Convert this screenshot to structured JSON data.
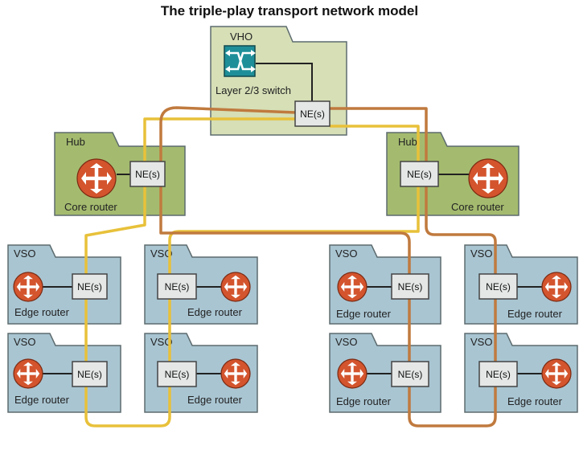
{
  "title": "The triple-play transport network model",
  "colors": {
    "vho_fill": "#d6dfb6",
    "hub_fill": "#a4bb6f",
    "vso_fill": "#a9c5d2",
    "folder_stroke": "#5d6b6e",
    "router_fill": "#d3542d",
    "switch_fill": "#1e8f99",
    "ne_fill": "#e4e7e6",
    "yellow_path": "#e8c13a",
    "orange_path": "#c07a3e"
  },
  "vho": {
    "tab_label": "VHO",
    "device_label": "Layer 2/3 switch",
    "ne_label": "NE(s)"
  },
  "hubs": [
    {
      "tab_label": "Hub",
      "device_label": "Core router",
      "ne_label": "NE(s)"
    },
    {
      "tab_label": "Hub",
      "device_label": "Core router",
      "ne_label": "NE(s)"
    }
  ],
  "vsos": [
    {
      "tab_label": "VSO",
      "device_label": "Edge router",
      "ne_label": "NE(s)"
    },
    {
      "tab_label": "VSO",
      "device_label": "Edge router",
      "ne_label": "NE(s)"
    },
    {
      "tab_label": "VSO",
      "device_label": "Edge router",
      "ne_label": "NE(s)"
    },
    {
      "tab_label": "VSO",
      "device_label": "Edge router",
      "ne_label": "NE(s)"
    },
    {
      "tab_label": "VSO",
      "device_label": "Edge router",
      "ne_label": "NE(s)"
    },
    {
      "tab_label": "VSO",
      "device_label": "Edge router",
      "ne_label": "NE(s)"
    },
    {
      "tab_label": "VSO",
      "device_label": "Edge router",
      "ne_label": "NE(s)"
    },
    {
      "tab_label": "VSO",
      "device_label": "Edge router",
      "ne_label": "NE(s)"
    }
  ]
}
